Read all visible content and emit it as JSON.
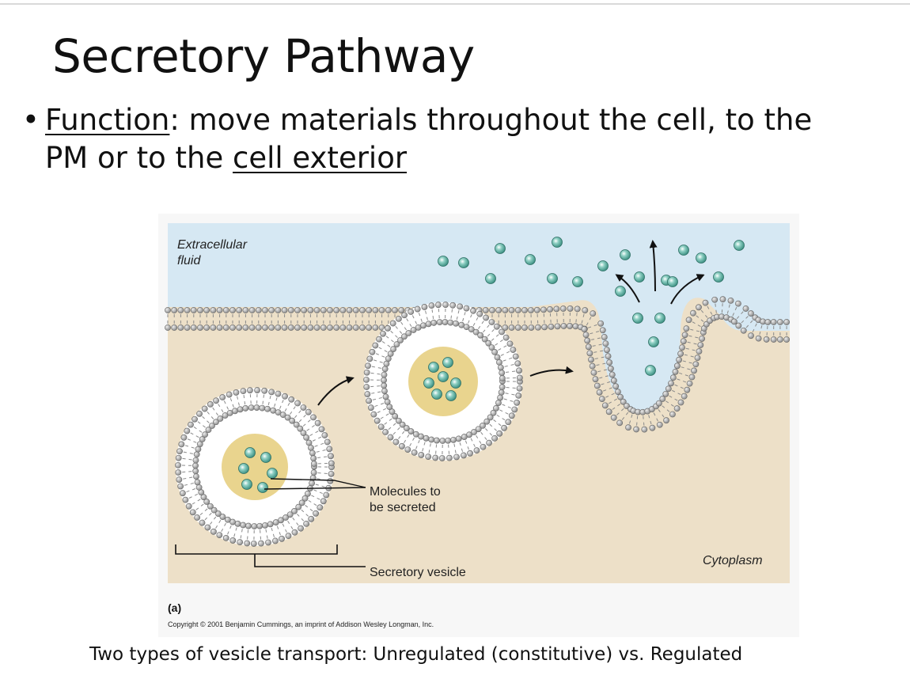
{
  "slide": {
    "title": "Secretory Pathway",
    "bullet": {
      "marker": "•",
      "lead": "Function",
      "line1_rest": ": move materials throughout the cell, to the",
      "line2_start": "PM or to the ",
      "line2_link": "cell exterior"
    },
    "caption": "Two types of vesicle transport: Unregulated (constitutive) vs. Regulated"
  },
  "figure": {
    "region_top": "Extracellular",
    "region_top_line2": "fluid",
    "region_bottom": "Cytoplasm",
    "label_molecules_line1": "Molecules to",
    "label_molecules_line2": "be secreted",
    "label_vesicle": "Secretory vesicle",
    "panel_letter": "(a)",
    "copyright": "Copyright © 2001 Benjamin Cummings, an imprint of Addison Wesley Longman, Inc.",
    "colors": {
      "extracellular": "#d6e8f3",
      "cytoplasm": "#ede0c8",
      "vesicle_lumen": "#e9d48e",
      "molecule": "#4fa99b",
      "lipid_head": "#9a9a9a"
    }
  }
}
